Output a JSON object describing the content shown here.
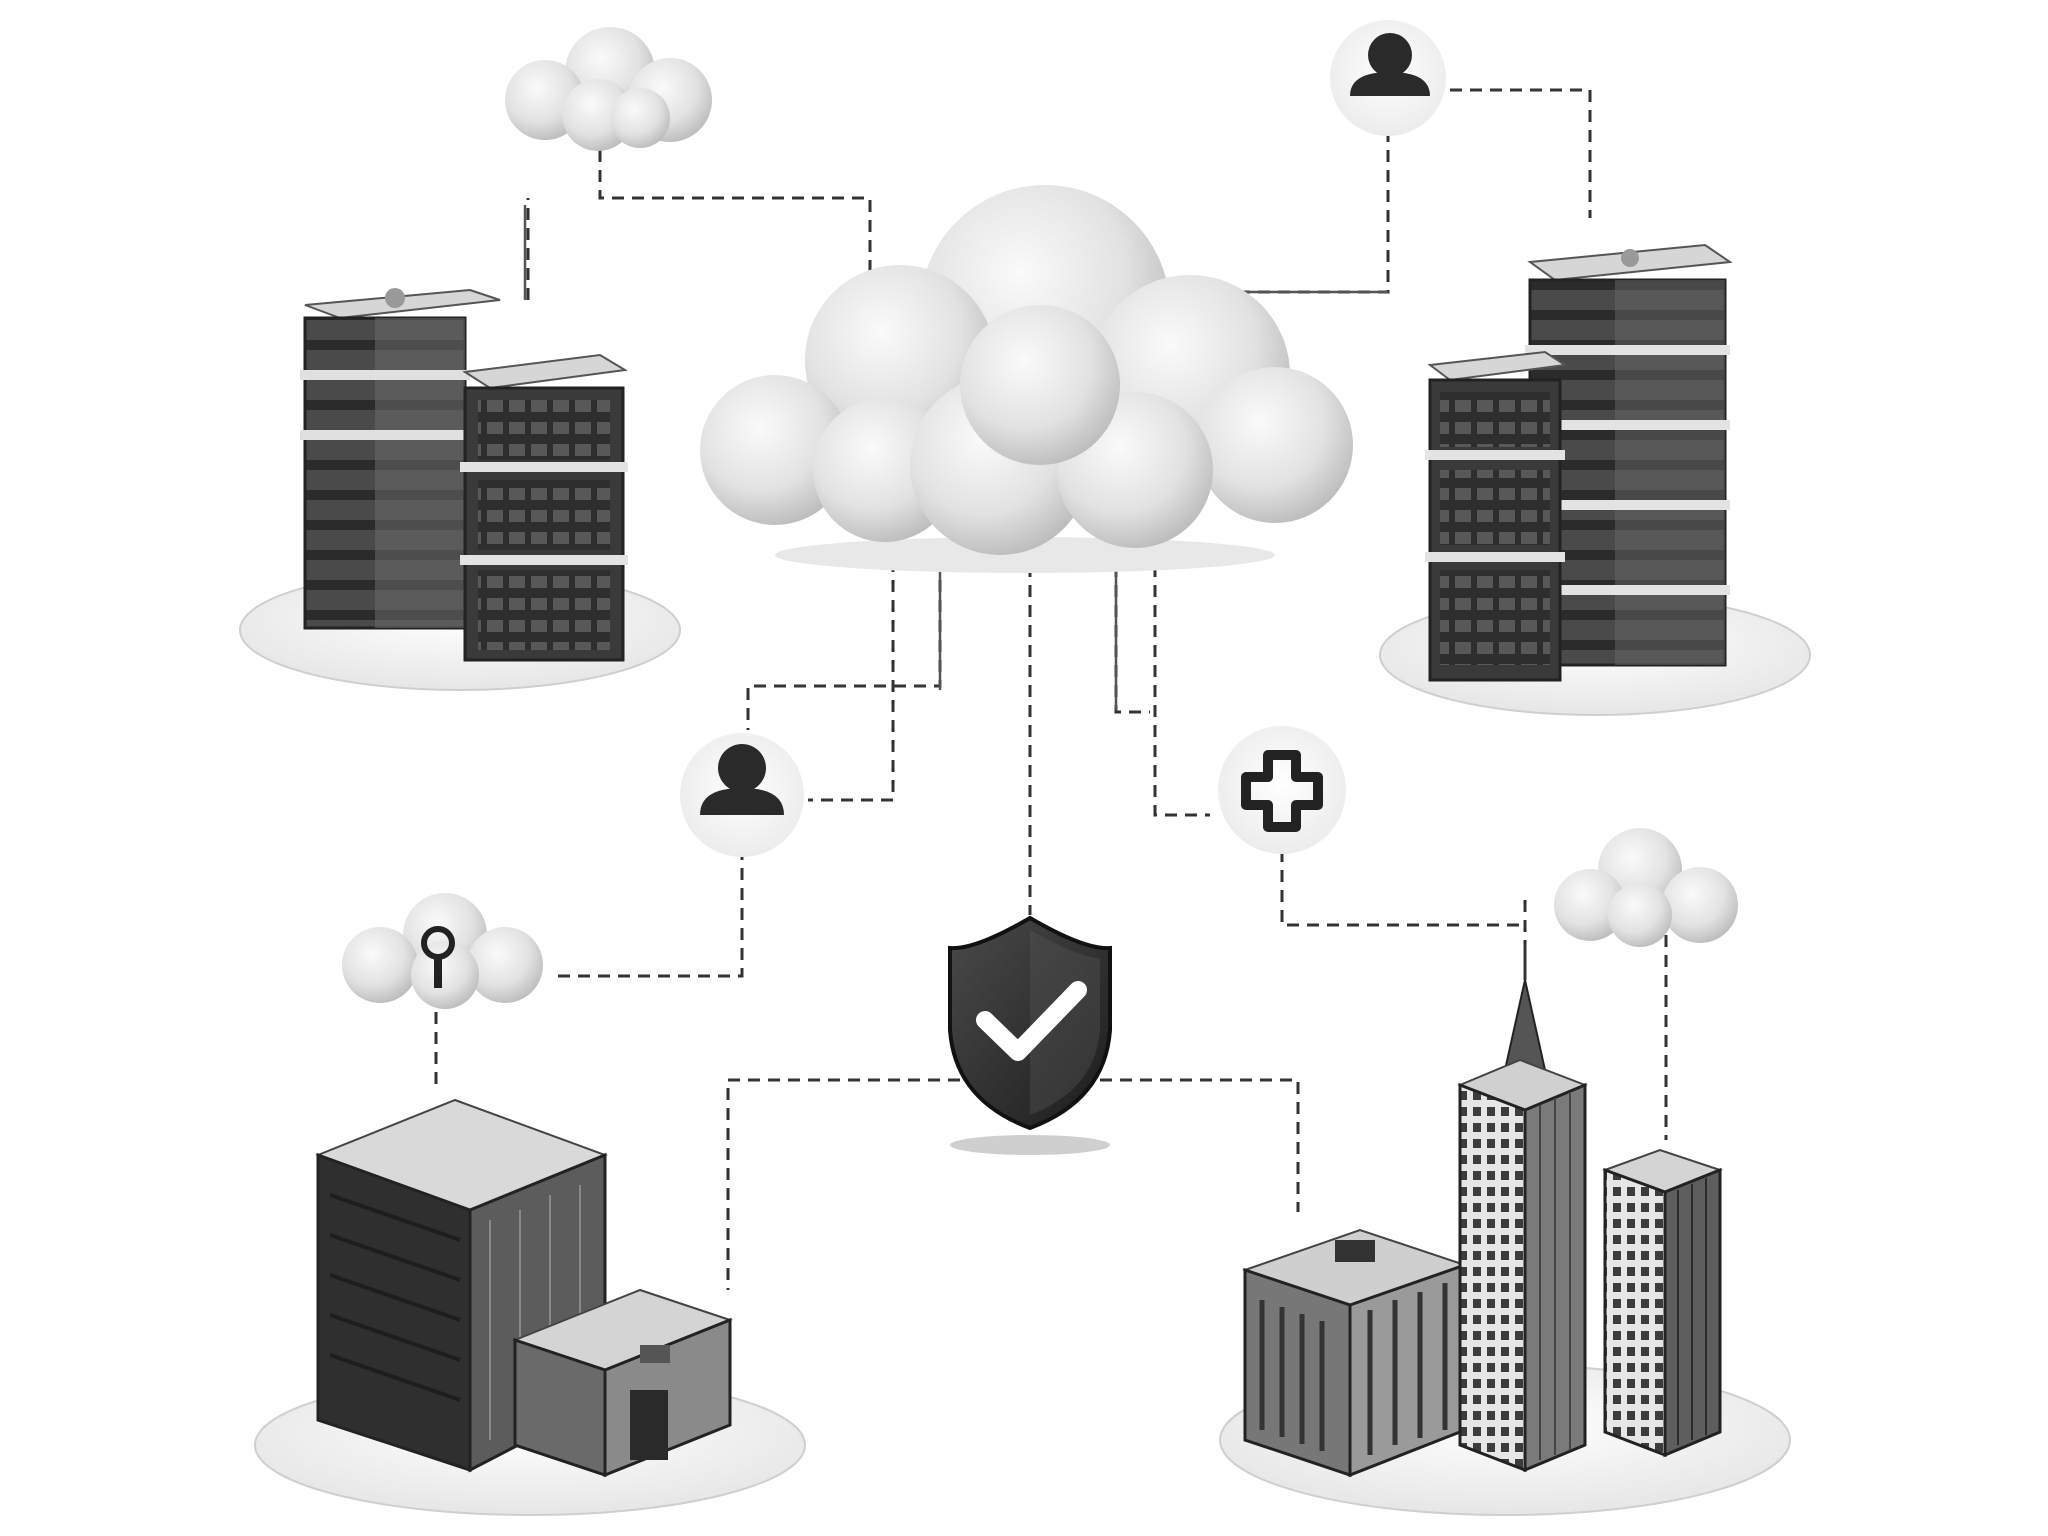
{
  "diagram": {
    "central_node": "cloud-icon",
    "security_node": "shield-check-icon",
    "buildings": [
      "office-cluster-top-left",
      "office-cluster-top-right",
      "office-campus-bottom-left",
      "city-district-bottom-right"
    ],
    "small_clouds": [
      "cloud-icon",
      "cloud-icon",
      "cloud-key-icon",
      "cloud-icon"
    ],
    "badges": [
      "user-icon",
      "user-icon",
      "medical-cross-icon"
    ],
    "connector_style": "dashed"
  },
  "colors": {
    "background": "#ffffff",
    "building_dark": "#3a3a3a",
    "building_mid": "#6b6b6b",
    "building_light": "#d8d8d8",
    "cloud": "#e4e4e4",
    "line": "#333333",
    "platform": "#ededed"
  }
}
